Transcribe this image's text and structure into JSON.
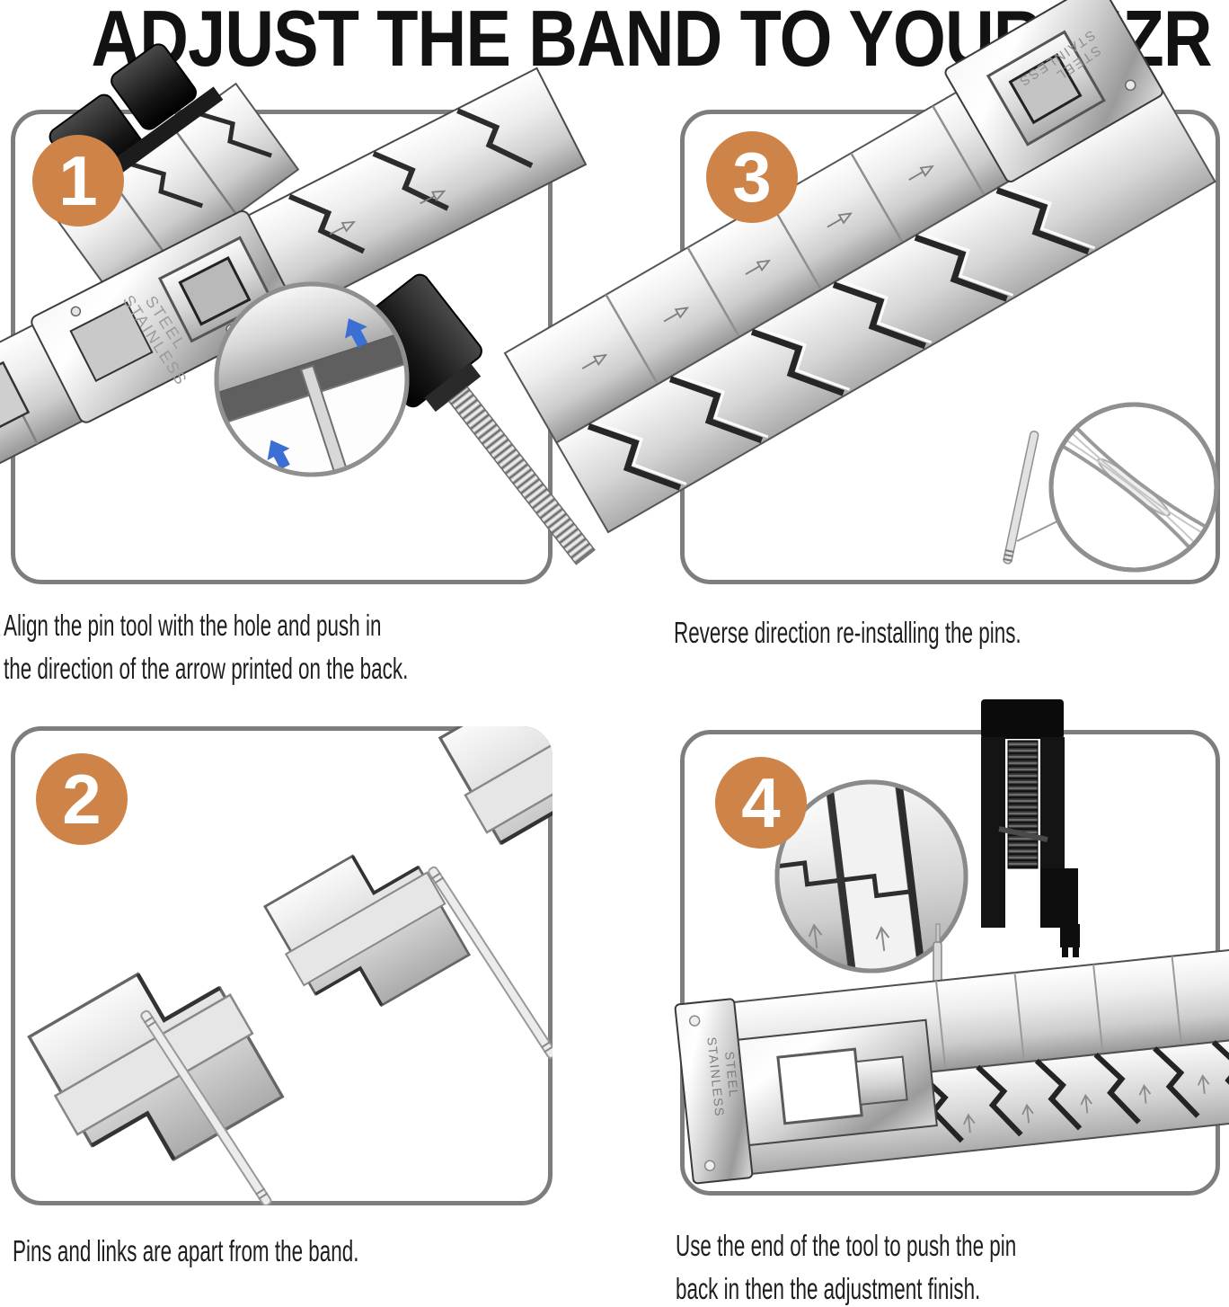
{
  "title": "ADJUST THE BAND TO YOUR SIZR",
  "colors": {
    "accent_orange": "#CE8449",
    "panel_border_gray": "#7D7D7D",
    "arrow_blue": "#3B6FD4",
    "caption_text": "#1E1E1E"
  },
  "engraving": {
    "line1": "STAINLESS",
    "line2": "STEEL"
  },
  "steps": [
    {
      "number": "1",
      "caption_lines": [
        "Align the pin tool with the hole and push in",
        "the direction of the arrow printed on the back."
      ]
    },
    {
      "number": "2",
      "caption_lines": [
        "Pins and links are apart from the band."
      ]
    },
    {
      "number": "3",
      "caption_lines": [
        "Reverse direction re-installing the pins."
      ]
    },
    {
      "number": "4",
      "caption_lines": [
        "Use the end of the tool to push the pin",
        "back in then the adjustment finish."
      ]
    }
  ]
}
